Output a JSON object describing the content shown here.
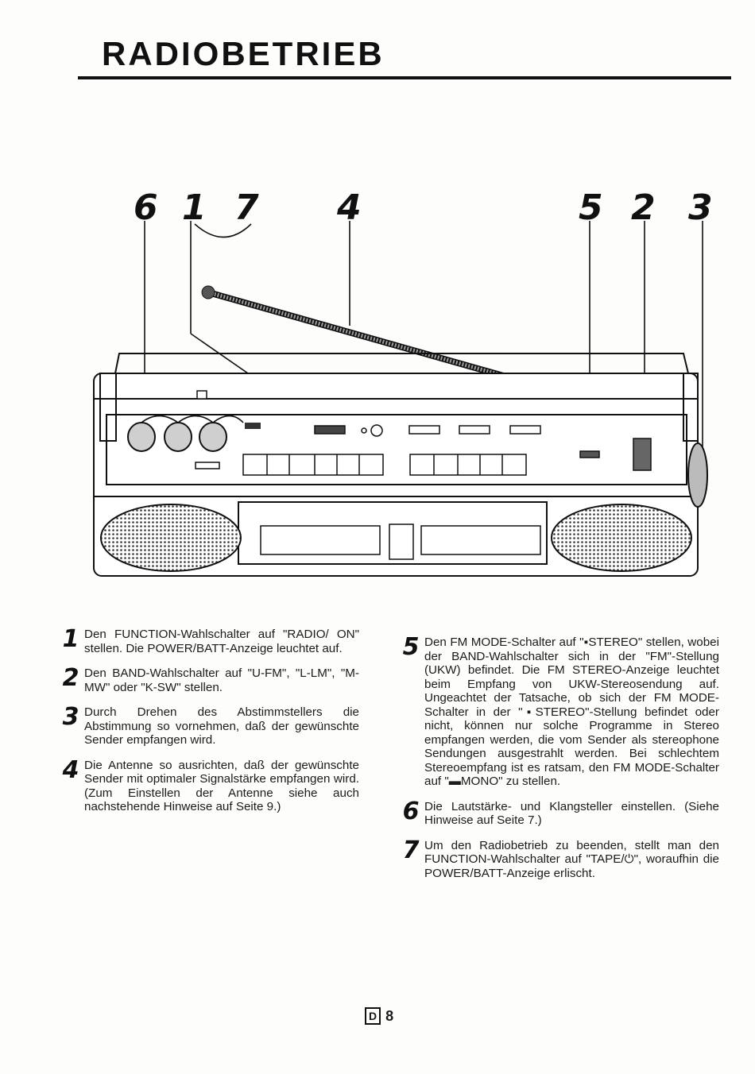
{
  "page": {
    "heading": "RADIOBETRIEB",
    "page_label_letter": "D",
    "page_number": "8"
  },
  "figure": {
    "callouts": [
      "6",
      "1",
      "7",
      "4",
      "5",
      "2",
      "3"
    ]
  },
  "steps": [
    {
      "num": "1",
      "text": "Den FUNCTION-Wahlschalter auf \"RADIO/ ON\" stellen. Die POWER/BATT-Anzeige leuchtet auf."
    },
    {
      "num": "2",
      "text": "Den BAND-Wahlschalter auf \"U-FM\", \"L-LM\", \"M-MW\" oder \"K-SW\" stellen."
    },
    {
      "num": "3",
      "text": "Durch Drehen des Abstimmstellers die Abstimmung so vornehmen, daß der gewünschte Sender empfangen wird."
    },
    {
      "num": "4",
      "text": "Die Antenne so ausrichten, daß der gewünschte Sender mit optimaler Signalstärke empfangen wird. (Zum Einstellen der Antenne siehe auch nachstehende Hinweise auf Seite 9.)"
    },
    {
      "num": "5",
      "text": "Den FM MODE-Schalter auf \"▪STEREO\" stellen, wobei der BAND-Wahlschalter sich in der \"FM\"-Stellung (UKW) befindet. Die FM STEREO-Anzeige leuchtet beim Empfang von UKW-Stereosendung auf. Ungeachtet der Tatsache, ob sich der FM MODE-Schalter in der \"▪STEREO\"-Stellung befindet oder nicht, können nur solche Programme in Stereo empfangen werden, die vom Sender als stereophone Sendungen ausgestrahlt werden. Bei schlechtem Stereoempfang ist es ratsam, den FM MODE-Schalter auf \"▬MONO\" zu stellen."
    },
    {
      "num": "6",
      "text": "Die Lautstärke- und Klangsteller einstellen. (Siehe Hinweise auf Seite 7.)"
    },
    {
      "num": "7",
      "text": "Um den Radiobetrieb zu beenden, stellt man den FUNCTION-Wahlschalter auf \"TAPE/⏻\", woraufhin die POWER/BATT-Anzeige erlischt."
    }
  ]
}
